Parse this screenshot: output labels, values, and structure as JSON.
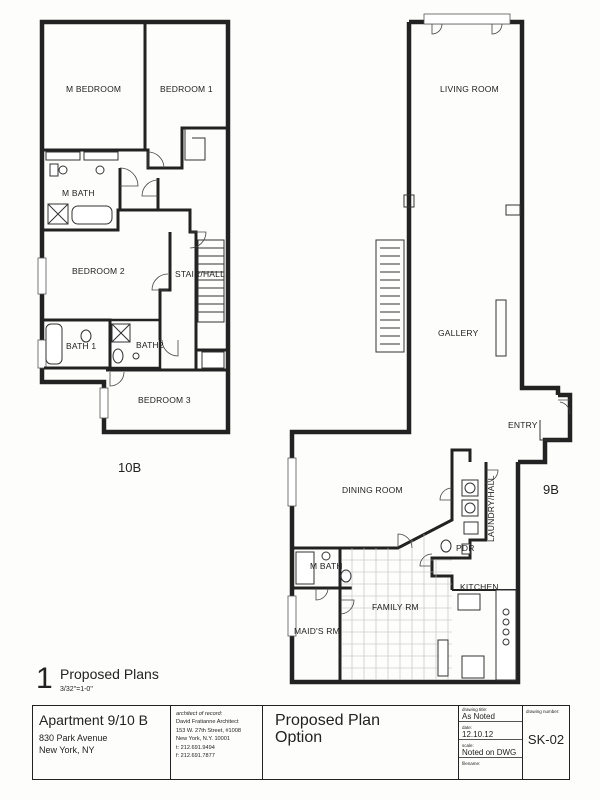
{
  "plans": {
    "left_unit_label": "10B",
    "right_unit_label": "9B",
    "rooms_10b": {
      "m_bedroom": "M BEDROOM",
      "bedroom_1": "BEDROOM 1",
      "m_bath": "M BATH",
      "bedroom_2": "BEDROOM 2",
      "stair_hall": "STAIR/HALL",
      "bath_1": "BATH 1",
      "bath_2": "BATH2",
      "bedroom_3": "BEDROOM 3"
    },
    "rooms_9b": {
      "living_room": "LIVING ROOM",
      "gallery": "GALLERY",
      "entry": "ENTRY",
      "dining_room": "DINING ROOM",
      "laundry_hall": "LAUNDRY/HALL",
      "pdr": "PDR",
      "m_bath": "M BATH",
      "kitchen": "KITCHEN",
      "family_rm": "FAMILY RM",
      "maids_rm": "MAID'S RM"
    }
  },
  "caption": {
    "number": "1",
    "title": "Proposed Plans",
    "scale": "3/32\"=1-0\""
  },
  "title_block": {
    "project_name": "Apartment 9/10 B",
    "address_line1": "830 Park Avenue",
    "address_line2": "New York, NY",
    "architect_heading": "architect of record:",
    "architect_name": "David Fratianne Architect",
    "architect_street": "153 W. 27th Street, #1008",
    "architect_city": "New York, N.Y. 10001",
    "architect_phone": "t: 212.691.9494",
    "architect_fax": "f: 212.691.7877",
    "sheet_title_line1": "Proposed Plan",
    "sheet_title_line2": "Option",
    "drawing_title_label": "drawing title:",
    "drawing_title_value": "As Noted",
    "date_label": "date:",
    "date_value": "12.10.12",
    "scale_label": "scale:",
    "scale_value": "Noted on DWG",
    "filename_label": "filename:",
    "filename_value": "",
    "drawing_number_label": "drawing number:",
    "drawing_number_value": "SK-02"
  }
}
